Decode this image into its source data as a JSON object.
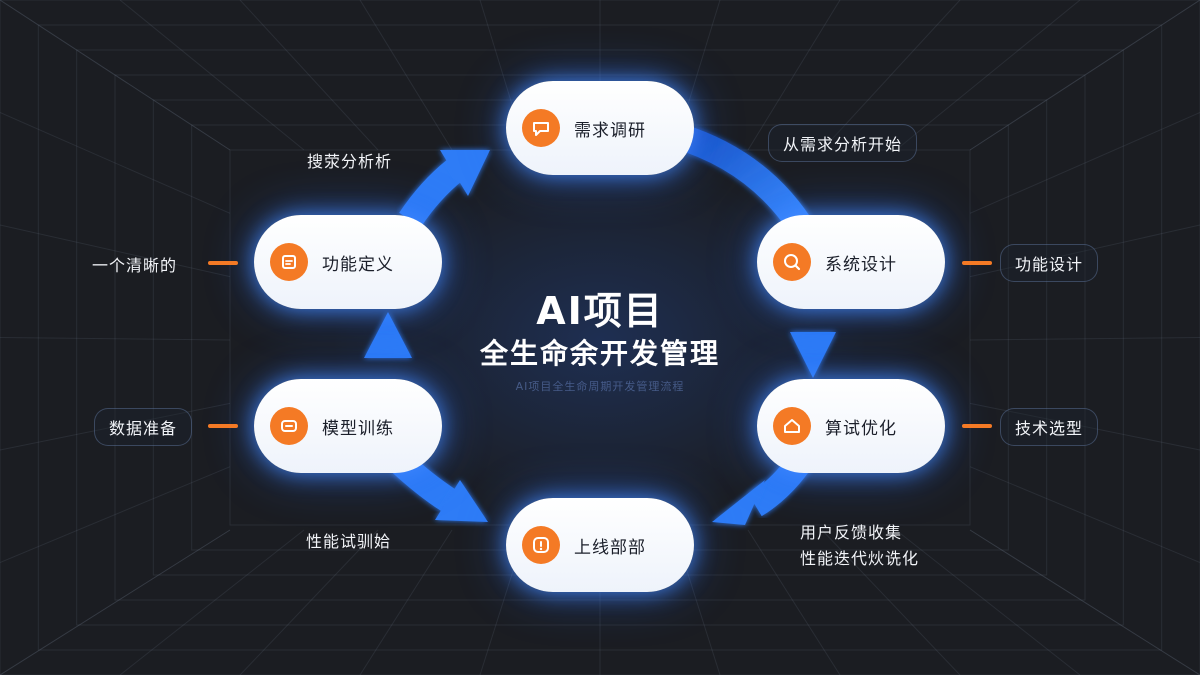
{
  "title": {
    "main": "AI项目",
    "sub": "全生命余开发管理",
    "caption": "AI项目全生命周期开发管理流程"
  },
  "nodes": [
    {
      "id": "research",
      "label": "需求调研",
      "icon": "chat-bubble-icon"
    },
    {
      "id": "system-design",
      "label": "系统设计",
      "icon": "search-icon"
    },
    {
      "id": "algo-opt",
      "label": "算试优化",
      "icon": "home-icon"
    },
    {
      "id": "deploy",
      "label": "上线部部",
      "icon": "alert-icon"
    },
    {
      "id": "model-train",
      "label": "模型训练",
      "icon": "chip-icon"
    },
    {
      "id": "func-def",
      "label": "功能定义",
      "icon": "document-icon"
    }
  ],
  "annotations": {
    "top_left": "搜荥分析析",
    "top_right": "从需求分析开始",
    "left_upper": "一个清晰的",
    "right_upper": "功能设计",
    "left_lower": "数据准备",
    "right_lower": "技术选型",
    "bottom_left": "性能试驯姶",
    "bottom_right_1": "用户反馈收集",
    "bottom_right_2": "性能迭代炏诜化"
  },
  "colors": {
    "background": "#1b1d22",
    "accent": "#f47a25",
    "arrow": "#2f7cf6",
    "glow": "#468cff"
  }
}
